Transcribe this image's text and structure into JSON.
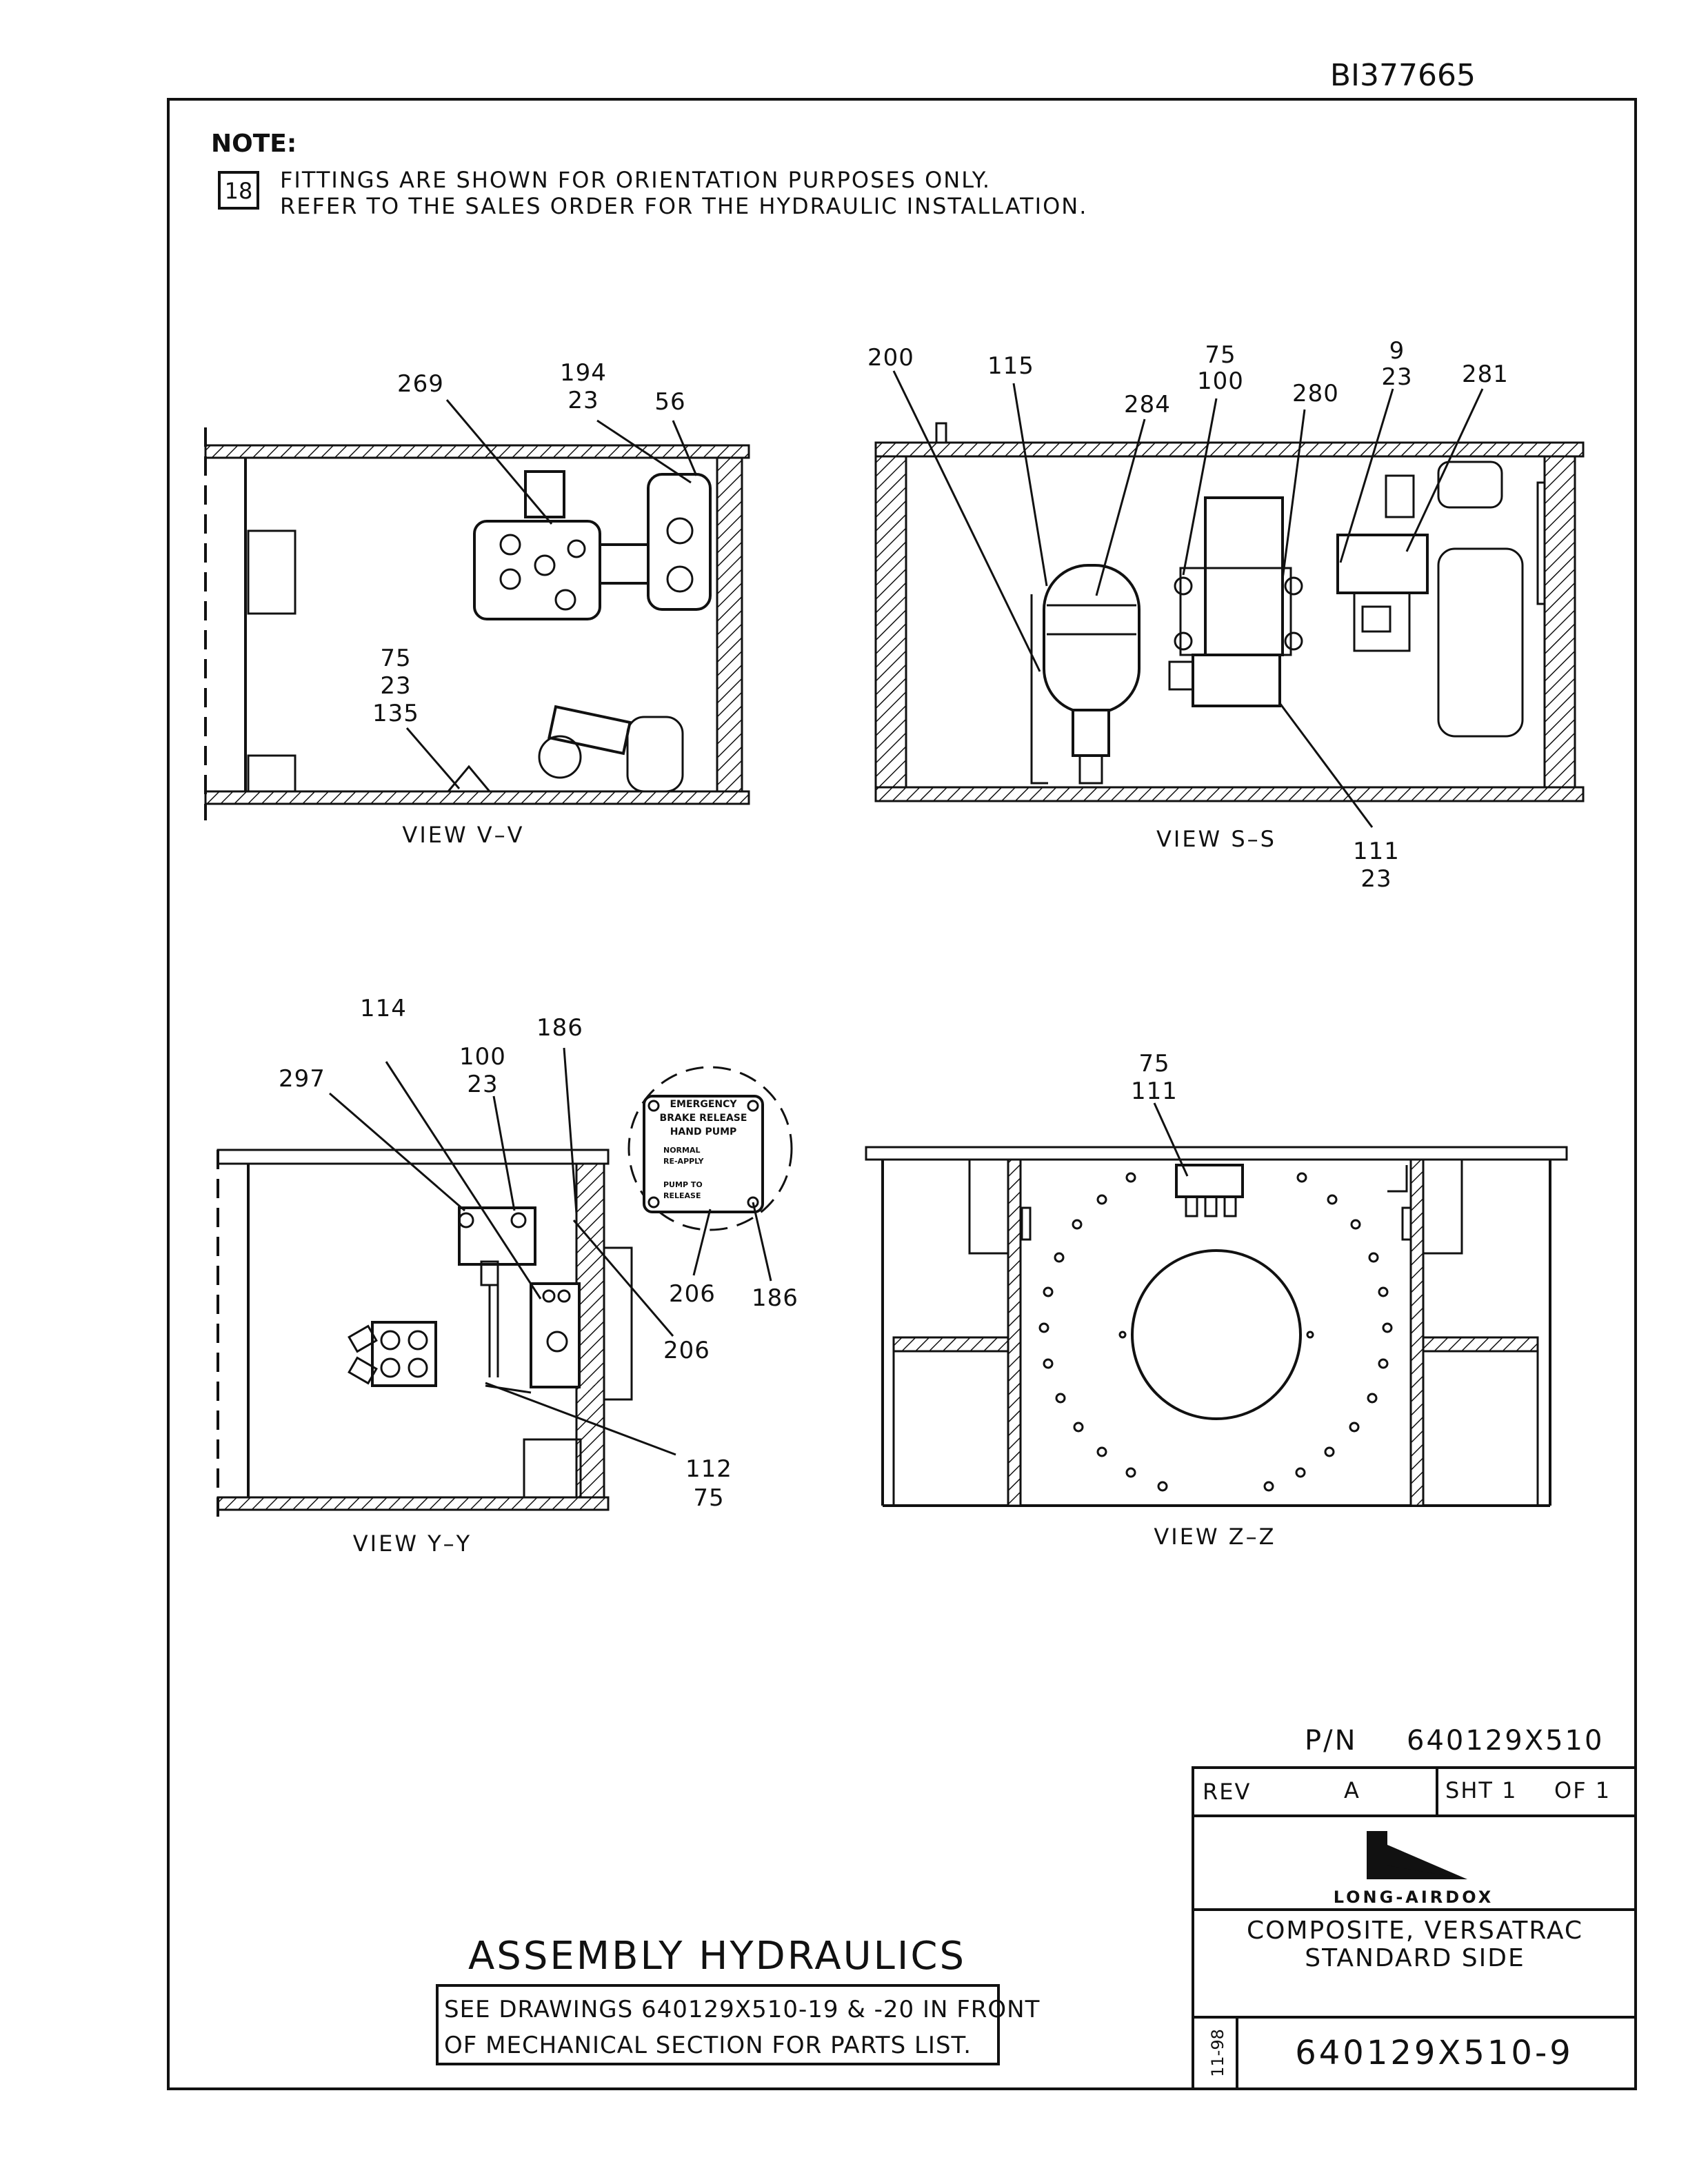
{
  "doc_id": "BI377665",
  "note": {
    "heading": "NOTE:",
    "number": "18",
    "line1": "FITTINGS ARE SHOWN FOR ORIENTATION PURPOSES ONLY.",
    "line2": "REFER TO THE SALES ORDER FOR THE HYDRAULIC INSTALLATION."
  },
  "views": {
    "vv": {
      "title": "VIEW V–V",
      "callouts": [
        "269",
        "194",
        "23",
        "56",
        "75",
        "23",
        "135"
      ]
    },
    "ss": {
      "title": "VIEW S–S",
      "callouts": [
        "200",
        "115",
        "284",
        "75",
        "100",
        "280",
        "9",
        "23",
        "281",
        "111",
        "23"
      ]
    },
    "yy": {
      "title": "VIEW Y–Y",
      "callouts": [
        "114",
        "186",
        "100",
        "23",
        "297",
        "206",
        "186",
        "206",
        "112",
        "75"
      ],
      "plate": {
        "line1": "EMERGENCY",
        "line2": "BRAKE RELEASE",
        "line3": "HAND PUMP",
        "line4": "NORMAL",
        "line5": "RE-APPLY",
        "line6": "PUMP TO",
        "line7": "RELEASE"
      }
    },
    "zz": {
      "title": "VIEW Z–Z",
      "callouts": [
        "75",
        "111"
      ]
    }
  },
  "title_block": {
    "pn_label": "P/N",
    "pn_value": "640129X510",
    "rev_label": "REV",
    "rev_value": "A",
    "sheet_text": "SHT 1",
    "of_text": "OF 1",
    "company": "LONG-AIRDOX",
    "desc_line1": "COMPOSITE, VERSATRAC",
    "desc_line2": "STANDARD SIDE",
    "date": "11-98",
    "drawing_number": "640129X510-9"
  },
  "assembly": {
    "title": "ASSEMBLY HYDRAULICS",
    "ref_line1": "SEE DRAWINGS 640129X510-19 & -20 IN FRONT",
    "ref_line2": "OF MECHANICAL SECTION FOR PARTS LIST."
  }
}
